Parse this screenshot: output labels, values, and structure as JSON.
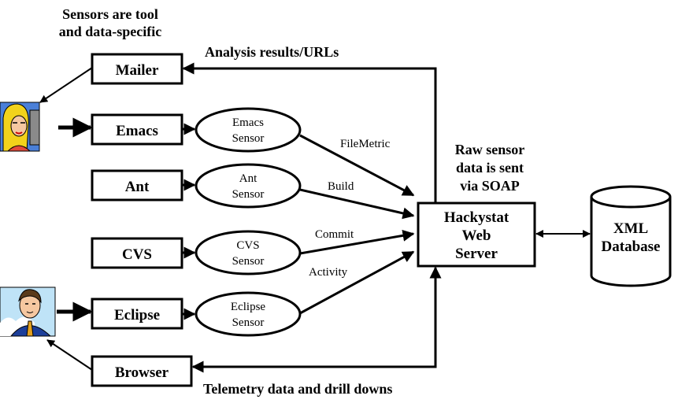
{
  "notes": {
    "sensors_line1": "Sensors are tool",
    "sensors_line2": "and data-specific",
    "analysis": "Analysis results/URLs",
    "raw_line1": "Raw sensor",
    "raw_line2": "data is sent",
    "raw_line3": "via SOAP",
    "telemetry": "Telemetry data and drill downs"
  },
  "tools": {
    "mailer": "Mailer",
    "emacs": "Emacs",
    "ant": "Ant",
    "cvs": "CVS",
    "eclipse": "Eclipse",
    "browser": "Browser"
  },
  "sensors": {
    "emacs_l1": "Emacs",
    "emacs_l2": "Sensor",
    "ant_l1": "Ant",
    "ant_l2": "Sensor",
    "cvs_l1": "CVS",
    "cvs_l2": "Sensor",
    "eclipse_l1": "Eclipse",
    "eclipse_l2": "Sensor"
  },
  "edges": {
    "filemetric": "FileMetric",
    "build": "Build",
    "commit": "Commit",
    "activity": "Activity"
  },
  "server": {
    "l1": "Hackystat",
    "l2": "Web",
    "l3": "Server"
  },
  "database": {
    "l1": "XML",
    "l2": "Database"
  }
}
